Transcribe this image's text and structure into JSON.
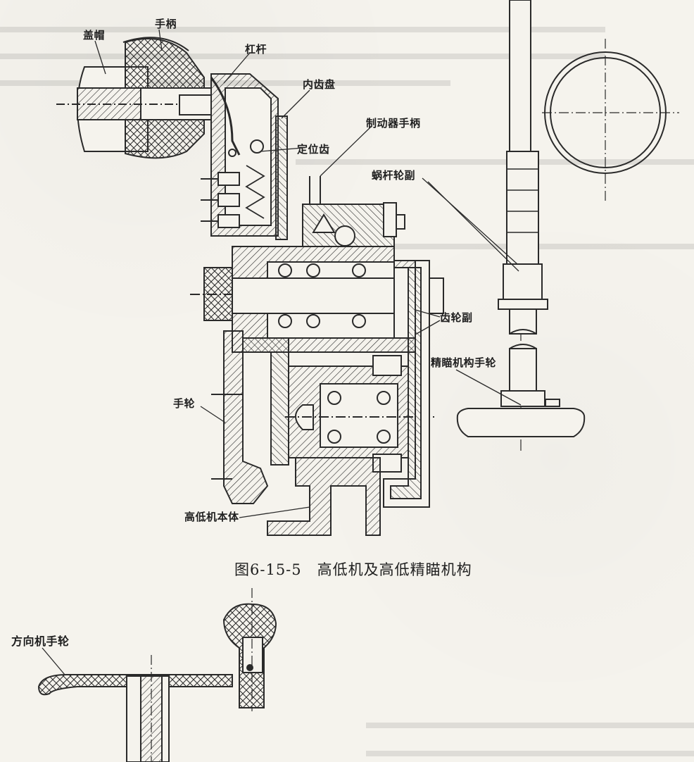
{
  "labels": {
    "cap": "盖帽",
    "handle": "手柄",
    "lever": "杠杆",
    "inner_gear_plate": "内齿盘",
    "positioning_tooth": "定位齿",
    "brake_handle": "制动器手柄",
    "worm_pair": "蜗杆轮副",
    "gear_pair": "齿轮副",
    "fine_aim_wheel": "精瞄机构手轮",
    "handwheel": "手轮",
    "body": "高低机本体",
    "traverse_wheel": "方向机手轮"
  },
  "caption": "图6-15-5　高低机及高低精瞄机构",
  "colors": {
    "ink": "#2a2a2a",
    "paper": "#f5f3ed"
  }
}
